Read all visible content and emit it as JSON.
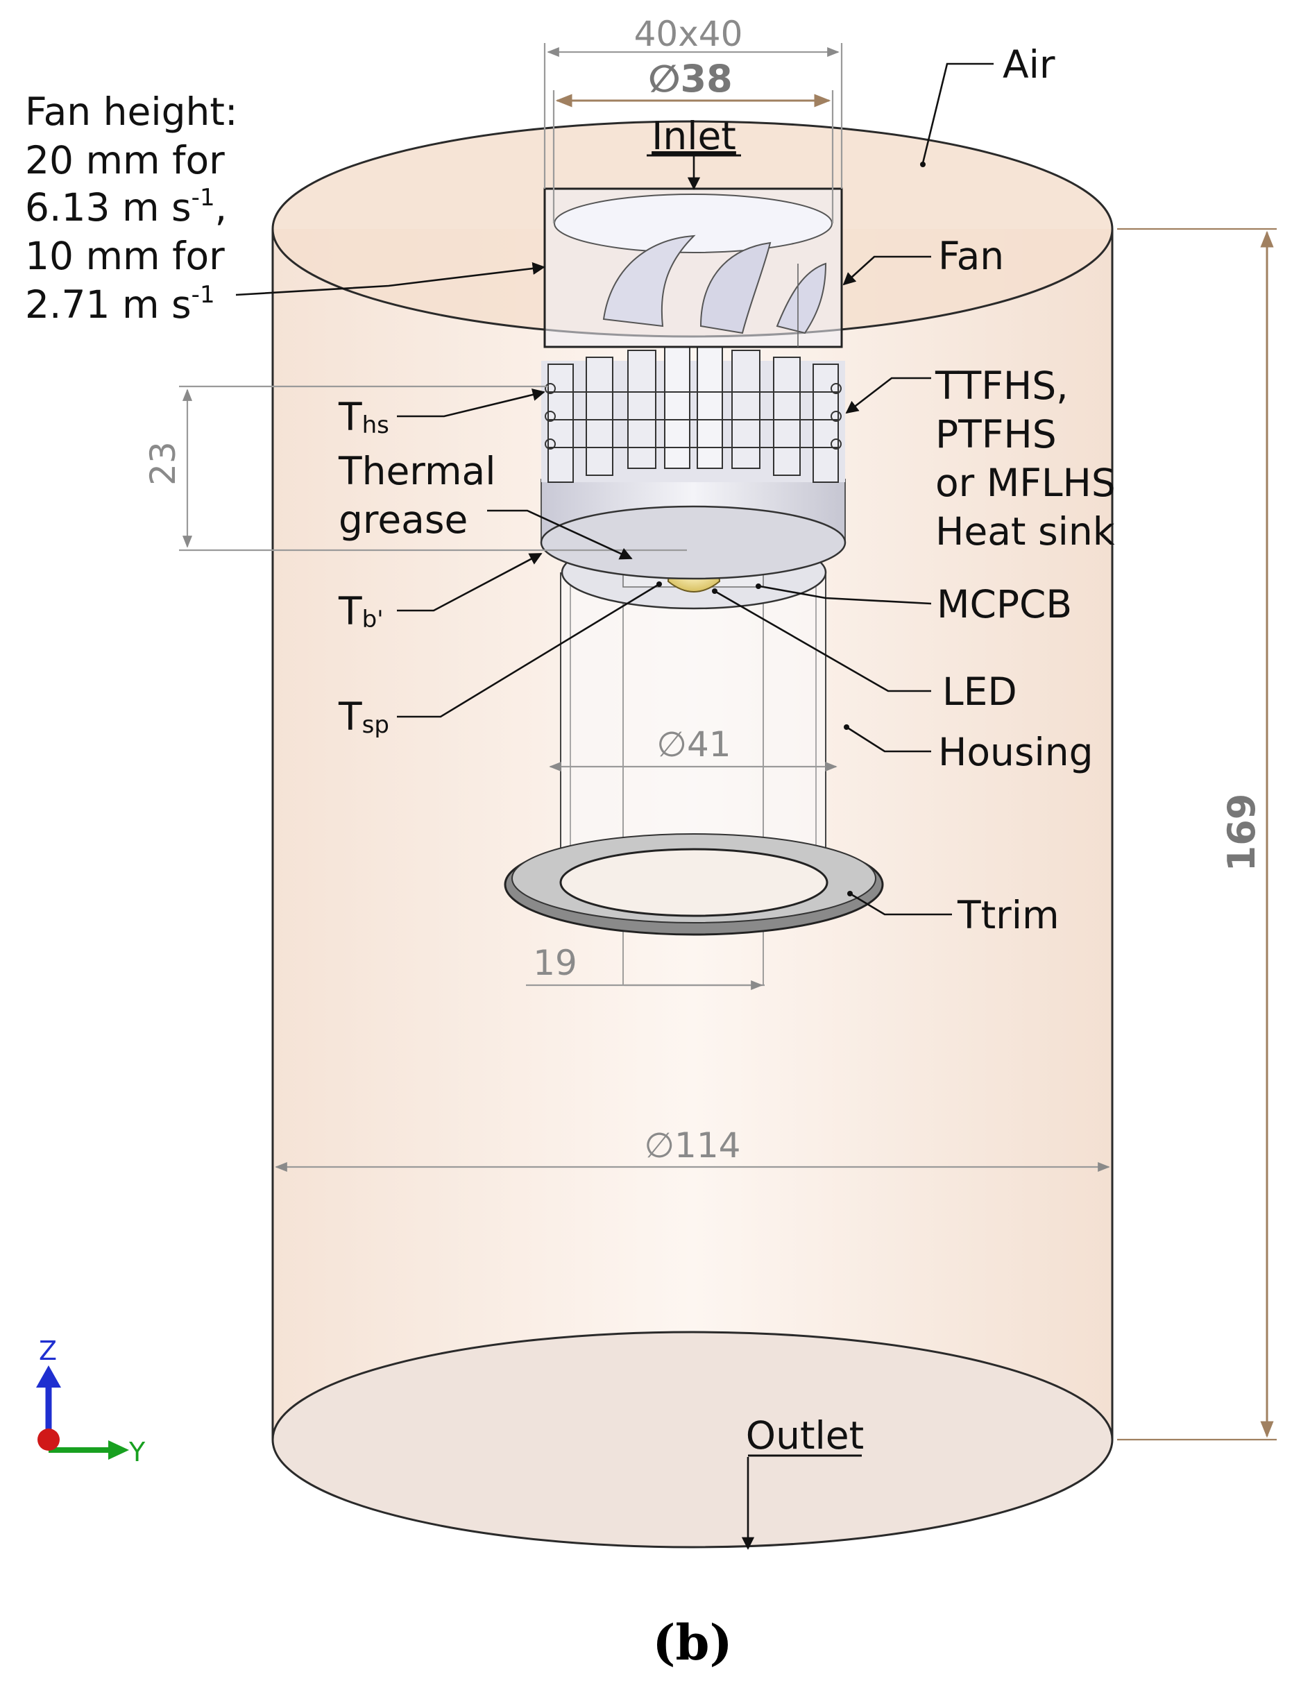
{
  "labels": {
    "fan_height_l1": "Fan height:",
    "fan_height_l2": "20 mm for",
    "fan_height_l3a": "6.13 m s",
    "fan_height_l3sup": "-1",
    "fan_height_l3b": ",",
    "fan_height_l4": "10 mm for",
    "fan_height_l5a": "2.71 m s",
    "fan_height_l5sup": "-1",
    "air": "Air",
    "inlet": "Inlet",
    "fan": "Fan",
    "ths_main": "T",
    "ths_sub": "hs",
    "thermal_l1": "Thermal",
    "thermal_l2": "grease",
    "heatsink_l1": "TTFHS,",
    "heatsink_l2": "PTFHS",
    "heatsink_l3": "or MFLHS",
    "heatsink_l4": "Heat sink",
    "tb_main": "T",
    "tb_sub": "b'",
    "mcpcb": "MCPCB",
    "led": "LED",
    "tsp_main": "T",
    "tsp_sub": "sp",
    "housing": "Housing",
    "ttrim": "Ttrim",
    "outlet": "Outlet",
    "caption": "(b)"
  },
  "dimensions": {
    "fan_box": "40x40",
    "fan_dia": "∅38",
    "hs_height": "23",
    "housing_dia": "∅41",
    "mcpcb_width": "19",
    "domain_dia": "∅114",
    "domain_height": "169"
  },
  "axes": {
    "z": "Z",
    "y": "Y"
  },
  "colors": {
    "domain_fill": "#f8ebe2",
    "domain_top": "#f3dcca",
    "domain_bottom": "#ede1da",
    "led": "#f2e08a",
    "axis_z": "#1f2fd0",
    "axis_y": "#18a020",
    "axis_x": "#d01818"
  }
}
